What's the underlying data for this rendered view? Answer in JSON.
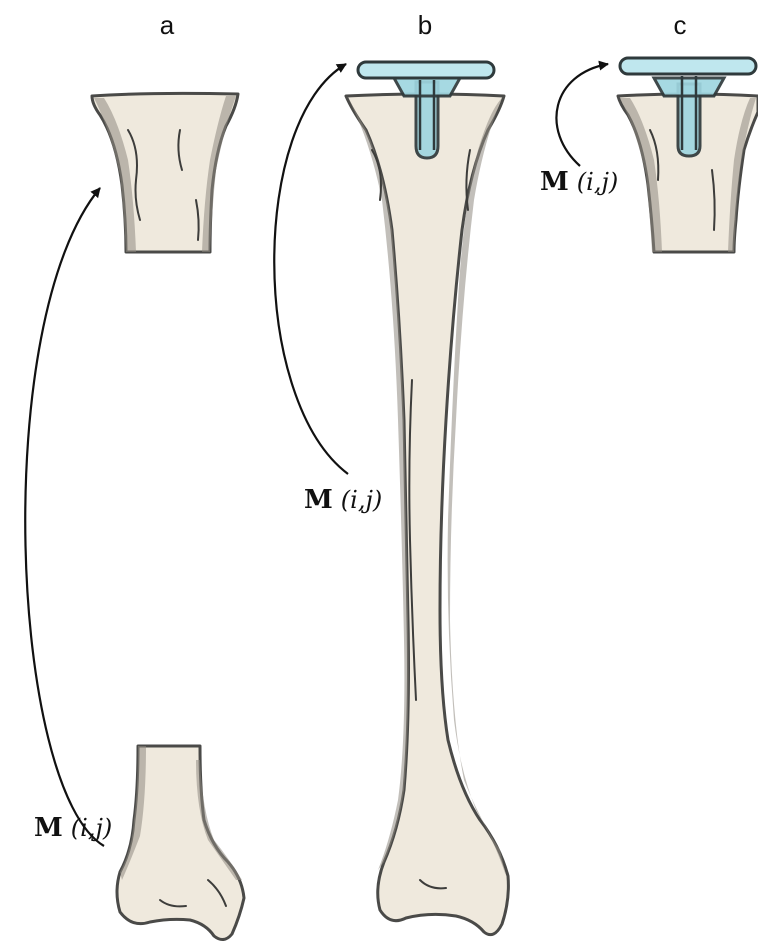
{
  "panels": {
    "a": {
      "label": "a",
      "transform_label": {
        "matrix": "M",
        "args": "(i,j)"
      }
    },
    "b": {
      "label": "b",
      "transform_label": {
        "matrix": "M",
        "args": "(i,j)"
      }
    },
    "c": {
      "label": "c",
      "transform_label": {
        "matrix": "M",
        "args": "(i,j)"
      }
    }
  },
  "colors": {
    "bone_fill": "#efe9dd",
    "bone_outline": "#4a4a48",
    "implant_fill": "#bfe7ee",
    "arrow": "#111111"
  }
}
